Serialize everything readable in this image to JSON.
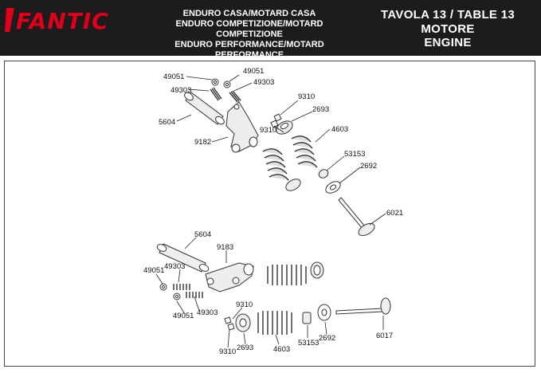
{
  "header": {
    "brand": "FANTIC",
    "models": [
      "ENDURO CASA/MOTARD CASA",
      "ENDURO COMPETIZIONE/MOTARD COMPETIZIONE",
      "ENDURO PERFORMANCE/MOTARD PERFORMANCE"
    ],
    "table_title": "TAVOLA 13  /  TABLE 13",
    "section_it": "MOTORE",
    "section_en": "ENGINE"
  },
  "colors": {
    "header_bg": "#1c1c1c",
    "brand_red": "#e0001b",
    "header_text": "#ffffff"
  },
  "callouts": {
    "upper": {
      "nut_left": "49051",
      "nut_right": "49051",
      "screw_left": "49303",
      "screw_right": "49303",
      "shaft": "5604",
      "rocker": "9182",
      "collet_top": "9310",
      "collet_bottom": "9310",
      "retainer": "2693",
      "spring": "4603",
      "seal": "53153",
      "washer": "2692",
      "valve": "6021"
    },
    "lower": {
      "shaft": "5604",
      "rocker": "9183",
      "nut_top": "49051",
      "screw_top": "49303",
      "nut_bottom": "49051",
      "screw_bottom": "49303",
      "collet_top": "9310",
      "collet_bottom": "9310",
      "retainer": "2693",
      "spring": "4603",
      "seal": "53153",
      "washer": "2692",
      "valve": "6017"
    }
  }
}
